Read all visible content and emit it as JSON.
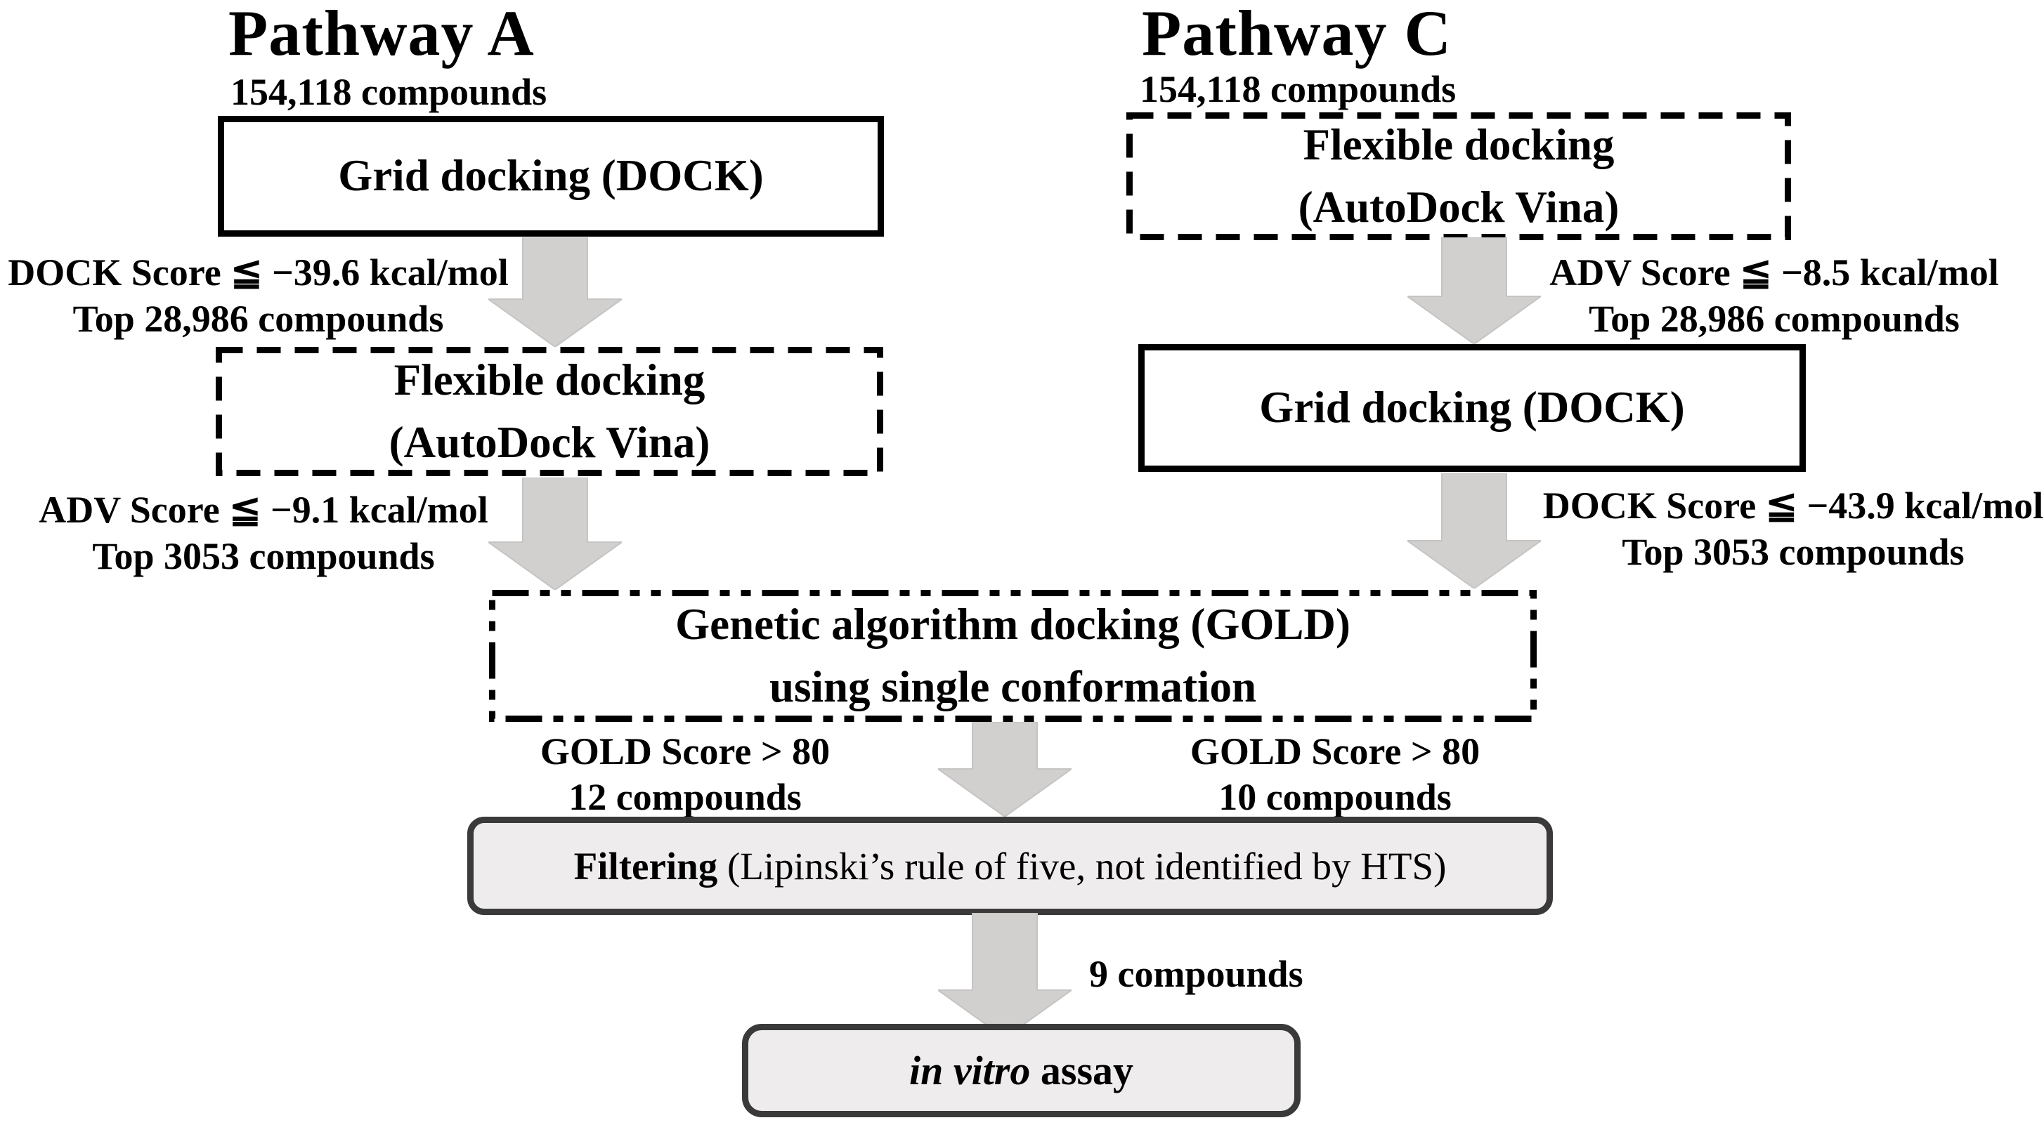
{
  "pathway_a": {
    "title": "Pathway A",
    "start_count": "154,118 compounds",
    "step1_label": "Grid docking (DOCK)",
    "filter1_line1": "DOCK Score ≦ −39.6 kcal/mol",
    "filter1_line2": "Top 28,986 compounds",
    "step2_line1": "Flexible docking",
    "step2_line2": "(AutoDock Vina)",
    "filter2_line1": "ADV Score ≦ −9.1 kcal/mol",
    "filter2_line2": "Top 3053 compounds"
  },
  "pathway_c": {
    "title": "Pathway C",
    "start_count": "154,118 compounds",
    "step1_line1": "Flexible docking",
    "step1_line2": "(AutoDock Vina)",
    "filter1_line1": "ADV Score ≦ −8.5 kcal/mol",
    "filter1_line2": "Top 28,986 compounds",
    "step2_label": "Grid docking (DOCK)",
    "filter2_line1": "DOCK Score ≦ −43.9 kcal/mol",
    "filter2_line2": "Top 3053 compounds"
  },
  "merged": {
    "gold_line1": "Genetic algorithm docking (GOLD)",
    "gold_line2": "using single conformation",
    "gold_left_line1": "GOLD Score > 80",
    "gold_left_line2": "12 compounds",
    "gold_right_line1": "GOLD Score > 80",
    "gold_right_line2": "10 compounds",
    "filtering_bold": "Filtering",
    "filtering_rest": " (Lipinski’s rule of five, not identified by HTS)",
    "after_filter_count": "9 compounds",
    "assay_italic": "in vitro",
    "assay_rest": " assay"
  },
  "colors": {
    "arrow_fill": "#d2cfcf",
    "box_border_black": "#000000",
    "rounded_border_gray": "#3a3a3a",
    "rounded_fill_gray": "#eeecec",
    "background": "#ffffff"
  }
}
